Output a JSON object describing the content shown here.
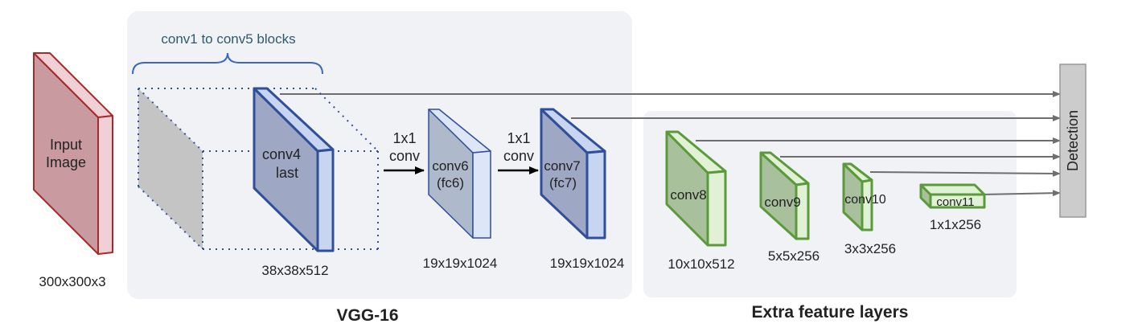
{
  "input_block": {
    "label_line1": "Input",
    "label_line2": "Image",
    "dims": "300x300x3"
  },
  "vgg": {
    "section_title": "VGG-16",
    "brace_label": "conv1 to conv5 blocks",
    "conv4": {
      "label_line1": "conv4",
      "label_line2": "last",
      "dims": "38x38x512"
    },
    "op1": {
      "line1": "1x1",
      "line2": "conv"
    },
    "conv6": {
      "label_line1": "conv6",
      "label_line2": "(fc6)",
      "dims": "19x19x1024"
    },
    "op2": {
      "line1": "1x1",
      "line2": "conv"
    },
    "conv7": {
      "label_line1": "conv7",
      "label_line2": "(fc7)",
      "dims": "19x19x1024"
    }
  },
  "extra": {
    "section_title": "Extra feature layers",
    "conv8": {
      "label": "conv8",
      "dims": "10x10x512"
    },
    "conv9": {
      "label": "conv9",
      "dims": "5x5x256"
    },
    "conv10": {
      "label": "conv10",
      "dims": "3x3x256"
    },
    "conv11": {
      "label": "conv11",
      "dims": "1x1x256"
    }
  },
  "detection": {
    "label": "Detection"
  },
  "colors": {
    "panel": "#f0f2f6",
    "input_front": "#c99ba0",
    "input_side": "#f0d0d4",
    "input_stroke": "#a52a2a",
    "vgg_stroke": "#2f4f9a",
    "vgg_front": "#9ea8c4",
    "vgg_side": "#c8d5f0",
    "vgg_light_front": "#aeb9cc",
    "vgg_light_side": "#dce6f7",
    "extra_stroke": "#5b9a3a",
    "extra_front": "#a9c09c",
    "extra_side": "#e1f1d6",
    "brace": "#3a66c4",
    "brace_text": "#2f5a6b",
    "arrow": "#6e6e6e",
    "detection_fill": "#cccccc",
    "detection_stroke": "#999999"
  }
}
